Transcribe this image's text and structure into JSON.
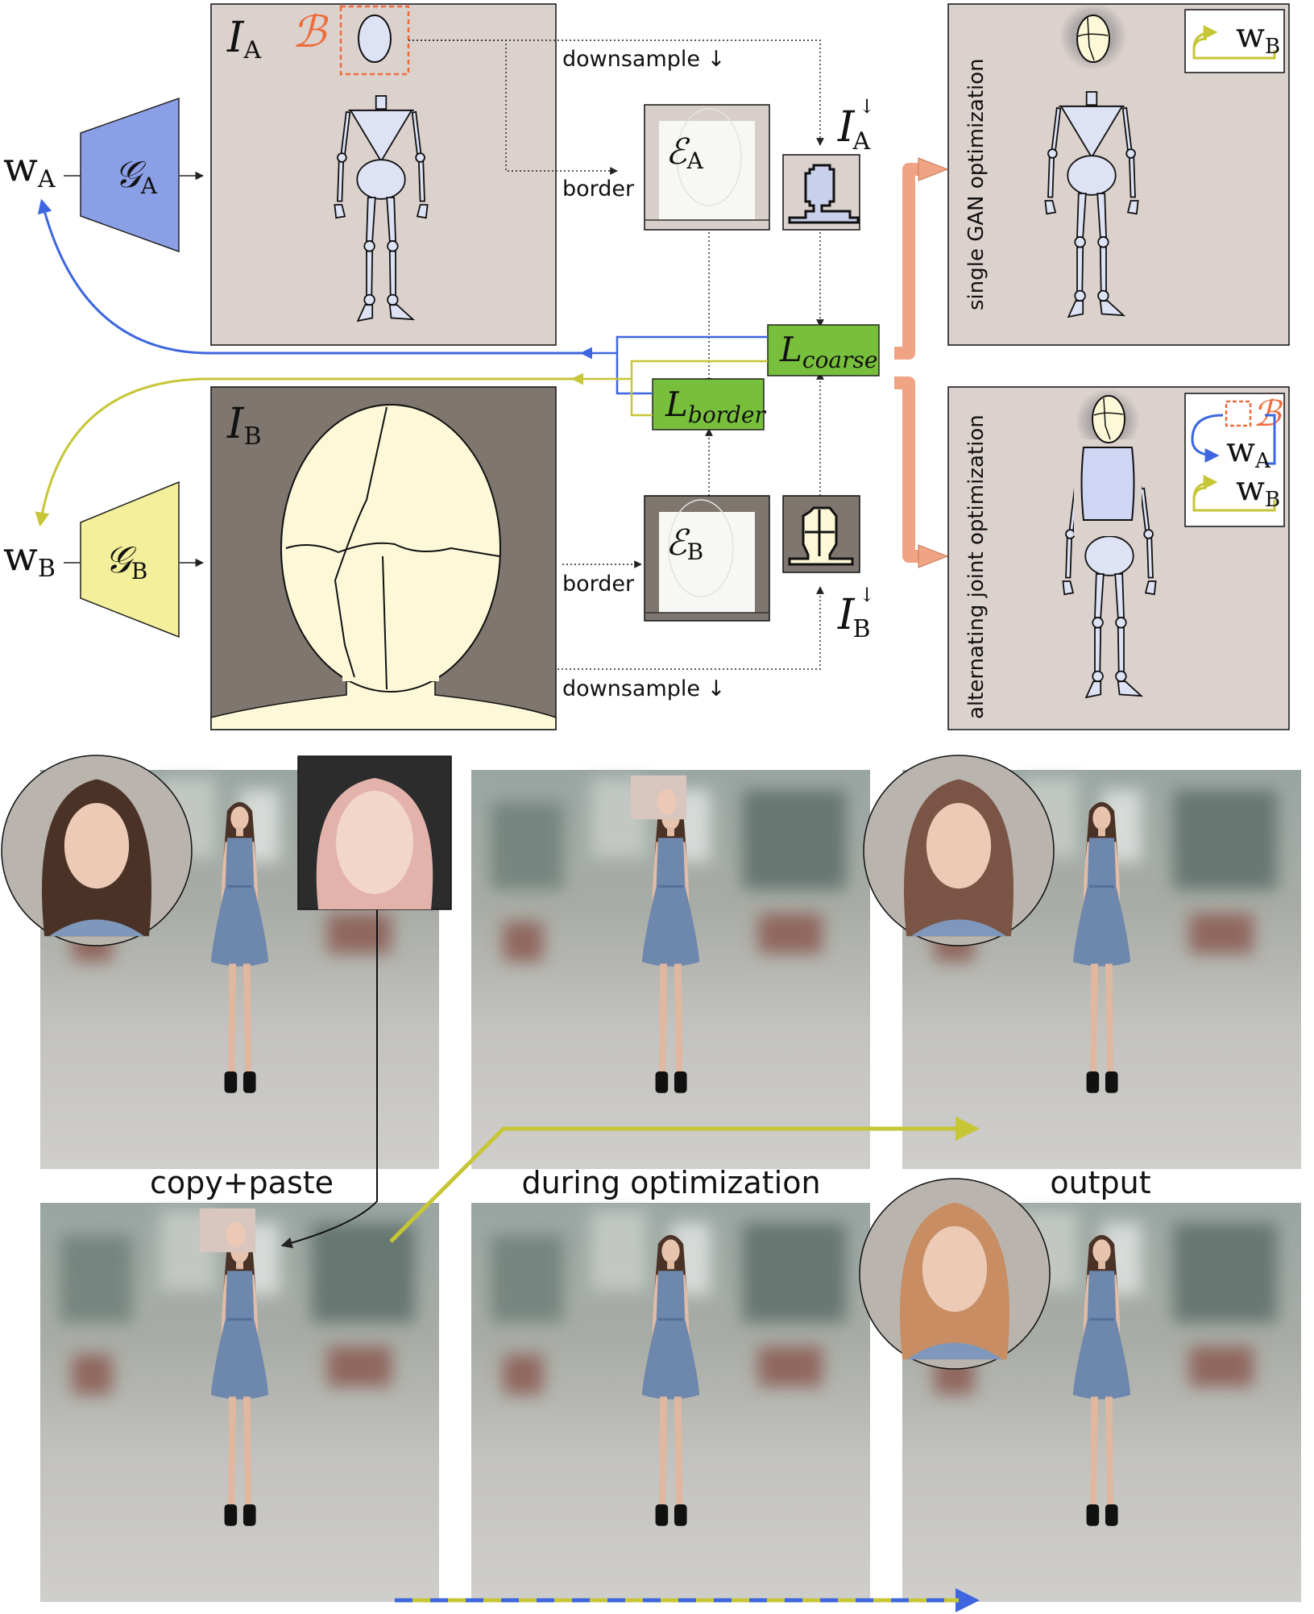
{
  "diagram": {
    "w_a": "w",
    "w_a_sub": "A",
    "w_b": "w",
    "w_b_sub": "B",
    "g_a": "𝒢",
    "g_a_sub": "A",
    "g_b": "𝒢",
    "g_b_sub": "B",
    "i_a": "I",
    "i_a_sub": "A",
    "i_b": "I",
    "i_b_sub": "B",
    "b_symbol": "ℬ",
    "e_a": "ℰ",
    "e_a_sub": "A",
    "e_b": "ℰ",
    "e_b_sub": "B",
    "i_a_down": "I",
    "i_a_down_sub": "A",
    "i_b_down": "I",
    "i_b_down_sub": "B",
    "down_arrow": "↓",
    "downsample_top": "downsample ↓",
    "downsample_bottom": "downsample ↓",
    "border_top": "border",
    "border_bottom": "border",
    "l_coarse": "L",
    "l_coarse_sub": "coarse",
    "l_border": "L",
    "l_border_sub": "border",
    "single_gan": "single GAN optimization",
    "alternating": "alternating joint optimization",
    "legend_top_w": "w",
    "legend_top_sub": "B",
    "legend_bot_b": "ℬ",
    "legend_bot_wa": "w",
    "legend_bot_wa_sub": "A",
    "legend_bot_wb": "w",
    "legend_bot_wb_sub": "B"
  },
  "photos": {
    "copy_paste": "copy+paste",
    "during": "during optimization",
    "output": "output"
  },
  "colors": {
    "blue": "#3d66e0",
    "yellow": "#c6c637",
    "orange": "#ee6b3b",
    "green": "#78c03c",
    "gen_a": "#8a9fe6",
    "gen_b": "#f4ef9a",
    "panel_a": "#dbd1cd",
    "panel_b": "#7e766f",
    "body": "#dde2f5",
    "head": "#fdf9d8",
    "salmon": "#f0a483"
  }
}
